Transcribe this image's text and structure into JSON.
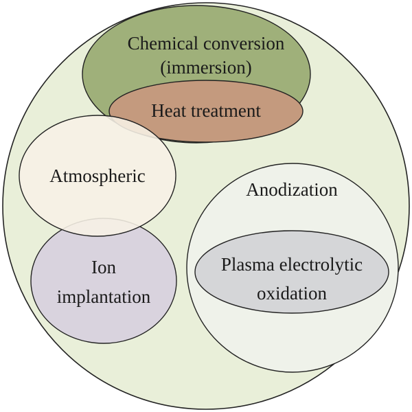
{
  "diagram": {
    "regions": {
      "chemical_conversion": {
        "line1": "Chemical conversion",
        "line2": "(immersion)",
        "fill": "#9fb07a"
      },
      "heat_treatment": {
        "label": "Heat treatment",
        "fill": "#c49a7e"
      },
      "atmospheric": {
        "label": "Atmospheric",
        "fill": "#f7f1e6"
      },
      "ion_implantation": {
        "line1": "Ion",
        "line2": "implantation",
        "fill": "#d9d3de"
      },
      "anodization": {
        "label": "Anodization",
        "fill": "#eff2ea"
      },
      "plasma_electrolytic_oxidation": {
        "line1": "Plasma electrolytic",
        "line2": "oxidation",
        "fill": "#d5d6d8"
      },
      "outer_circle": {
        "fill": "#e9efd9"
      }
    }
  }
}
